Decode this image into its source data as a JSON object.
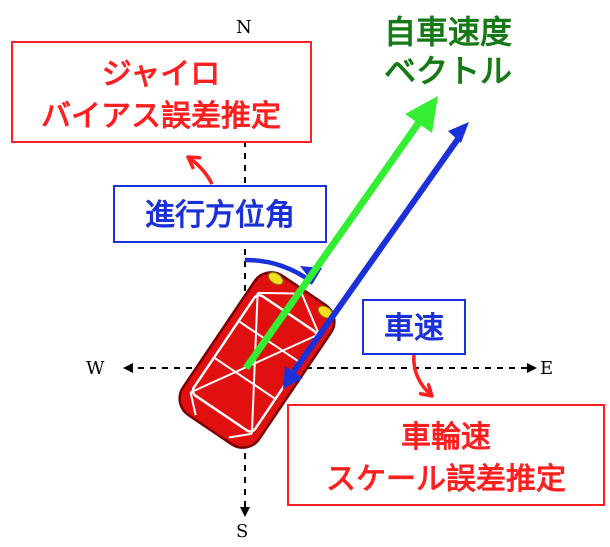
{
  "compass": {
    "north": "N",
    "south": "S",
    "east": "E",
    "west": "W"
  },
  "labels": {
    "gyro_bias": {
      "line1": "ジャイロ",
      "line2": "バイアス誤差推定"
    },
    "vehicle_velocity_vector": {
      "line1": "自車速度",
      "line2": "ベクトル"
    },
    "heading_angle": "進行方位角",
    "vehicle_speed": "車速",
    "wheel_speed_scale": {
      "line1": "車輪速",
      "line2": "スケール誤差推定"
    }
  },
  "colors": {
    "red": "#ff1f1f",
    "blue": "#1a30d8",
    "green": "#157a15",
    "green_arrow": "#33ee33",
    "car_body": "#e01010"
  }
}
